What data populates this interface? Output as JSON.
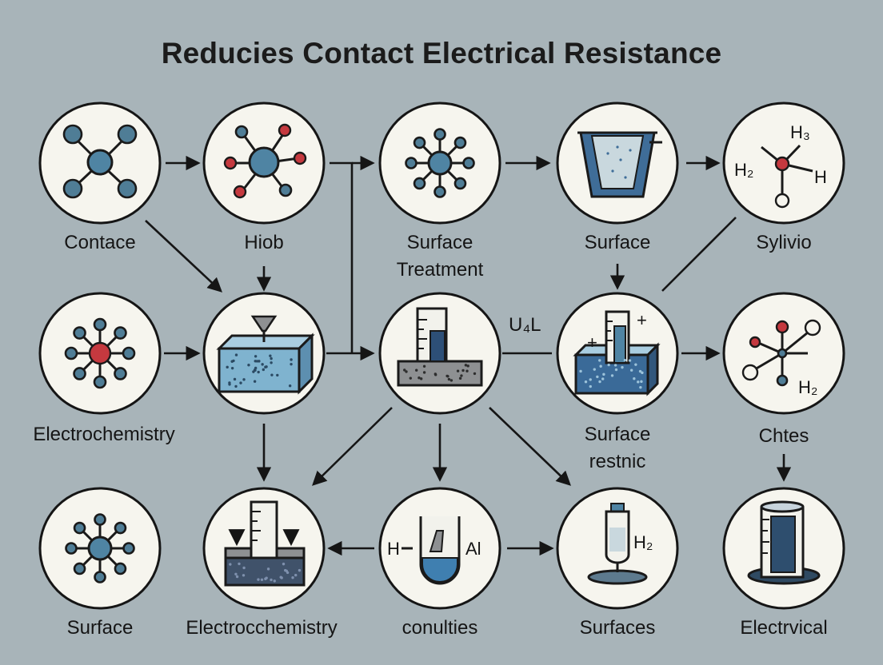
{
  "title": "Reducies Contact Electrical Resistance",
  "colors": {
    "background": "#a8b4b9",
    "circle_fill": "#f6f5ee",
    "accent_blue": "#4f7d96",
    "accent_red": "#c5393f",
    "ink": "#151515"
  },
  "nodes": [
    {
      "id": "n1",
      "icon": "molecule-4-arms-icon",
      "label": "Contace"
    },
    {
      "id": "n2",
      "icon": "molecule-red-tips-icon",
      "label": "Hiob"
    },
    {
      "id": "n3",
      "icon": "molecule-8-arms-icon",
      "label": "Surface\nTreatment"
    },
    {
      "id": "n4",
      "icon": "beaker-trough-icon",
      "label": "Surface"
    },
    {
      "id": "n5",
      "icon": "hydrogen-molecule-icon",
      "label": "Sylivio",
      "atoms": [
        "H₃",
        "H₂",
        "H"
      ]
    },
    {
      "id": "n6",
      "icon": "molecule-red-center-icon",
      "label": "Electrochemistry"
    },
    {
      "id": "n7",
      "icon": "probe-on-block-icon",
      "label": ""
    },
    {
      "id": "n8",
      "icon": "tube-on-plate-icon",
      "label": ""
    },
    {
      "id": "n9",
      "icon": "tube-in-block-icon",
      "label": "Surface\nrestnic",
      "marks": [
        "+",
        "+"
      ]
    },
    {
      "id": "n10",
      "icon": "molecule-mixed-icon",
      "label": "Chtes",
      "atoms": [
        "H₂"
      ]
    },
    {
      "id": "n11",
      "icon": "molecule-8-arms-icon",
      "label": "Surface"
    },
    {
      "id": "n12",
      "icon": "ruler-on-block-icon",
      "label": "Electrocchemistry"
    },
    {
      "id": "n13",
      "icon": "flask-icon",
      "label": "conulties",
      "atoms": [
        "H",
        "Al"
      ]
    },
    {
      "id": "n14",
      "icon": "test-tube-stand-icon",
      "label": "Surfaces",
      "atoms": [
        "H₂"
      ]
    },
    {
      "id": "n15",
      "icon": "cylinder-icon",
      "label": "Electrvical"
    }
  ],
  "floating_labels": [
    {
      "id": "udl",
      "text": "U₄L"
    }
  ],
  "edges": [
    [
      "n1",
      "n2"
    ],
    [
      "n2",
      "n7"
    ],
    [
      "n1",
      "n7"
    ],
    [
      "n2",
      "n3"
    ],
    [
      "n3",
      "n4"
    ],
    [
      "n4",
      "n5"
    ],
    [
      "n4",
      "n9"
    ],
    [
      "n5",
      "n9"
    ],
    [
      "n6",
      "n7"
    ],
    [
      "n7",
      "n3"
    ],
    [
      "n7",
      "n8"
    ],
    [
      "n8",
      "n9"
    ],
    [
      "n9",
      "n10"
    ],
    [
      "n7",
      "n12"
    ],
    [
      "n8",
      "n12"
    ],
    [
      "n8",
      "n13"
    ],
    [
      "n8",
      "n14"
    ],
    [
      "n10",
      "n15"
    ],
    [
      "n13",
      "n12"
    ],
    [
      "n13",
      "n14"
    ]
  ]
}
